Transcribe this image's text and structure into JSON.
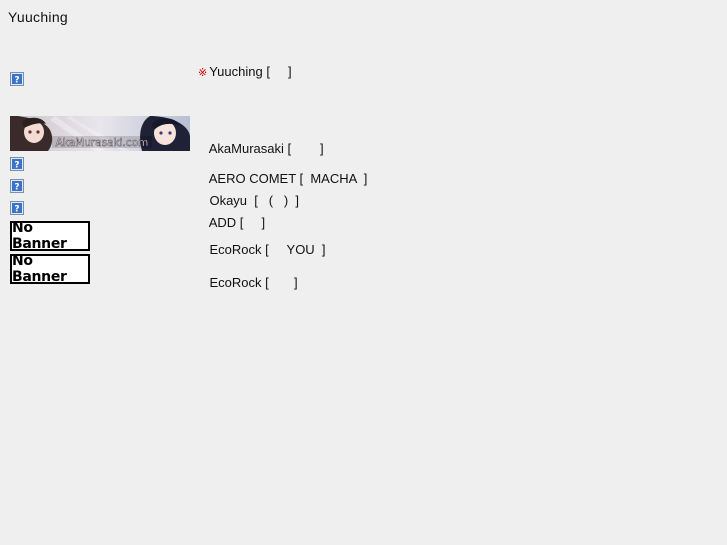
{
  "page": {
    "title": "Yuuching"
  },
  "intro": {
    "text": "Yuuching [     ]",
    "note_mark": "※"
  },
  "links": [
    {
      "banner": "broken",
      "text": "Yuuching [     ]"
    },
    {
      "banner": "art",
      "banner_text": "AkaMurasaki.com",
      "text": "AkaMurasaki [        ]"
    },
    {
      "banner": "broken",
      "text": "AERO COMET [  MACHA  ]"
    },
    {
      "banner": "broken",
      "text": "Okayu  [   (   )  ]"
    },
    {
      "banner": "broken",
      "text": "ADD [     ]"
    },
    {
      "banner": "none",
      "banner_text": "No Banner",
      "text": "EcoRock [     YOU  ]"
    },
    {
      "banner": "none",
      "banner_text": "No Banner",
      "text": "EcoRock [       ]"
    }
  ],
  "colors": {
    "background": "#efefef",
    "note_mark": "#d40000",
    "broken_icon_fill": "#3b73c8"
  },
  "icons": {
    "broken_image": "broken-image-icon",
    "note_mark": "reference-mark-icon"
  }
}
